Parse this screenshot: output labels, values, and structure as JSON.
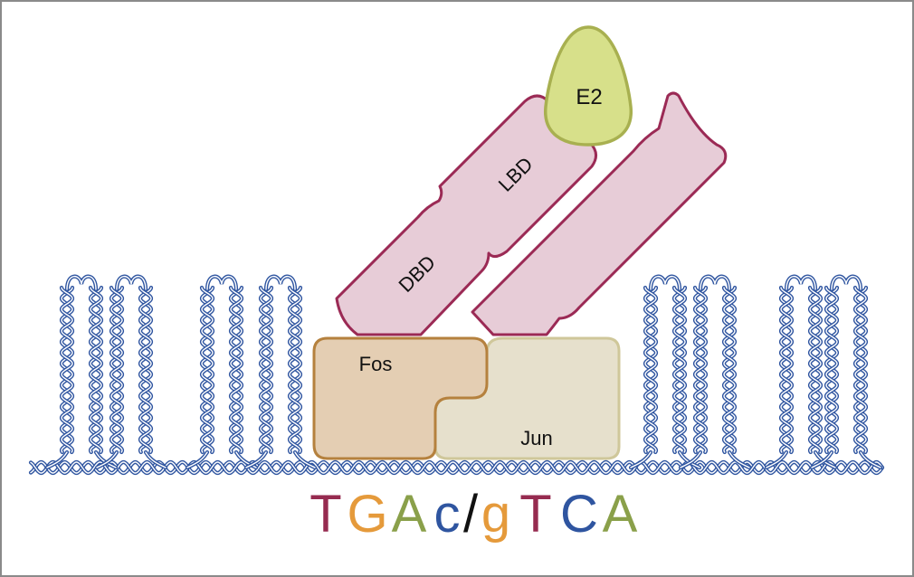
{
  "diagram": {
    "ligand": {
      "label": "E2",
      "fill": "#d7e08a",
      "stroke": "#a8b050"
    },
    "receptor_monomer_1": {
      "domains": [
        {
          "label": "DBD"
        },
        {
          "label": "LBD"
        }
      ],
      "fill": "#e7ccd7",
      "stroke": "#9b2a55"
    },
    "receptor_monomer_2": {
      "fill": "#e7ccd7",
      "stroke": "#9b2a55"
    },
    "ap1_complex": {
      "fos": {
        "label": "Fos",
        "fill": "#e4ceb3",
        "stroke": "#b5813e"
      },
      "jun": {
        "label": "Jun",
        "fill": "#e6e0cc",
        "stroke": "#cfc79a"
      }
    },
    "dna": {
      "color": "#2f55a0",
      "loops": 8
    },
    "sequence": {
      "letters": [
        {
          "char": "T",
          "color": "#962b50"
        },
        {
          "char": "G",
          "color": "#e59a3b"
        },
        {
          "char": "A",
          "color": "#8aa04a"
        },
        {
          "char": "c",
          "color": "#2f55a0"
        },
        {
          "char": "/",
          "color": "#111111"
        },
        {
          "char": "g",
          "color": "#e59a3b"
        },
        {
          "char": "T",
          "color": "#962b50"
        },
        {
          "char": "C",
          "color": "#2f55a0"
        },
        {
          "char": "A",
          "color": "#8aa04a"
        }
      ]
    }
  }
}
